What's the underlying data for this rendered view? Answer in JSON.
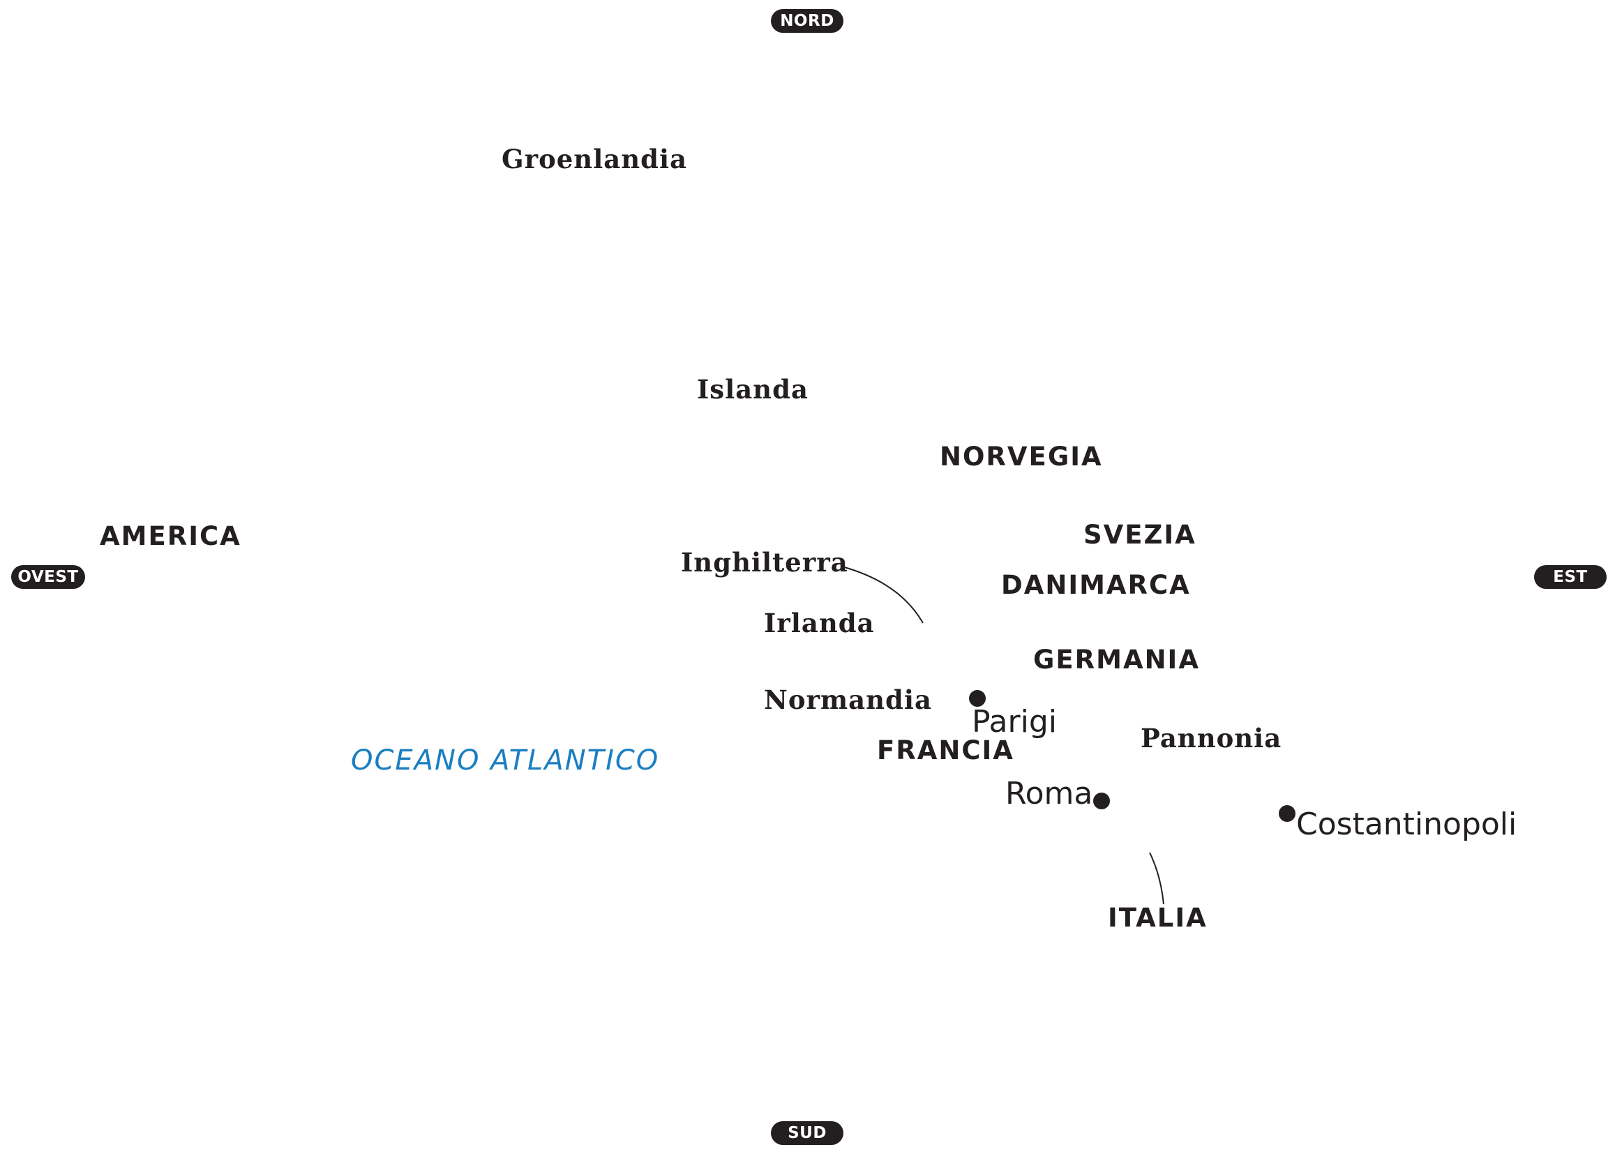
{
  "compass": {
    "north": "NORD",
    "south": "SUD",
    "west": "OVEST",
    "east": "EST"
  },
  "colors": {
    "ink": "#231f20",
    "ocean": "#1a7ec1",
    "background": "#ffffff"
  },
  "places": {
    "greenland": "Groenlandia",
    "iceland": "Islanda",
    "norway": "NORVEGIA",
    "america": "AMERICA",
    "sweden": "SVEZIA",
    "england": "Inghilterra",
    "denmark": "DANIMARCA",
    "ireland": "Irlanda",
    "germany": "GERMANIA",
    "normandy": "Normandia",
    "paris": "Parigi",
    "france": "FRANCIA",
    "pannonia": "Pannonia",
    "atlantic": "OCEANO ATLANTICO",
    "rome": "Roma",
    "constantinople": "Costantinopoli",
    "italy": "ITALIA"
  }
}
